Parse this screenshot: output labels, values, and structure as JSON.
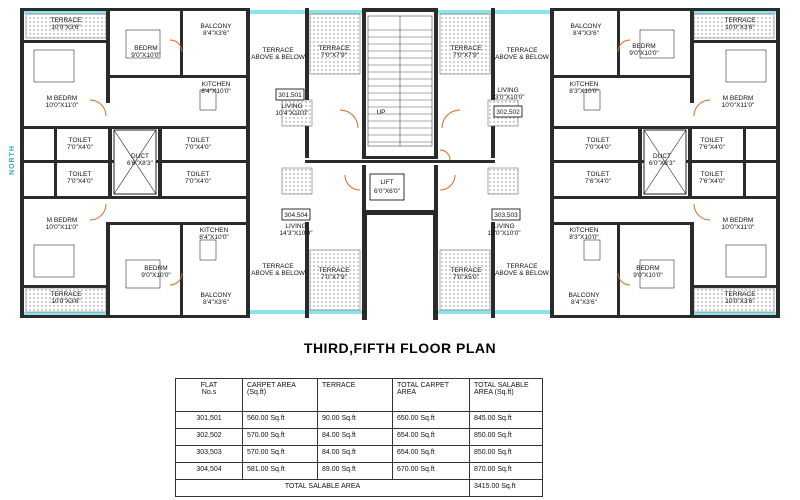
{
  "plan": {
    "north_label": "NORTH",
    "up_label": "UP",
    "lift": {
      "name": "LIFT",
      "size": "6'0\"X6'0\""
    },
    "rooms": [
      {
        "id": "terrace-tl",
        "name": "TERRACE",
        "size": "10'0\"X3'6\""
      },
      {
        "id": "balcony-tl",
        "name": "BALCONY",
        "size": "8'4\"X3'6\""
      },
      {
        "id": "bedrm-tl",
        "name": "BEDRM",
        "size": "9'0\"X10'0\""
      },
      {
        "id": "mbedrm-tl",
        "name": "M BEDRM",
        "size": "10'0\"X11'0\""
      },
      {
        "id": "kitchen-tl",
        "name": "KITCHEN",
        "size": "8'4\"X10'0\""
      },
      {
        "id": "terrace-ab-tl",
        "name": "TERRACE",
        "size": "ABOVE & BELOW"
      },
      {
        "id": "terrace-ctl",
        "name": "TERRACE",
        "size": "7'0\"X7'9\""
      },
      {
        "id": "living-301",
        "name": "LIVING",
        "size": "10'4\"X10'0\""
      },
      {
        "id": "toilet-tl1",
        "name": "TOILET",
        "size": "7'0\"X4'0\""
      },
      {
        "id": "toilet-tl2",
        "name": "TOILET",
        "size": "7'0\"X4'0\""
      },
      {
        "id": "toilet-tl3",
        "name": "TOILET",
        "size": "7'0\"X4'0\""
      },
      {
        "id": "toilet-tl4",
        "name": "TOILET",
        "size": "7'0\"X4'0\""
      },
      {
        "id": "duct-l",
        "name": "DUCT",
        "size": "6'6\"X8'3\""
      },
      {
        "id": "mbedrm-bl",
        "name": "M BEDRM",
        "size": "10'0\"X11'0\""
      },
      {
        "id": "kitchen-bl",
        "name": "KITCHEN",
        "size": "8'4\"X10'0\""
      },
      {
        "id": "living-304",
        "name": "LIVING",
        "size": "14'3\"X10'0\""
      },
      {
        "id": "bedrm-bl",
        "name": "BEDRM",
        "size": "9'0\"X10'0\""
      },
      {
        "id": "terrace-ab-bl",
        "name": "TERRACE",
        "size": "ABOVE & BELOW"
      },
      {
        "id": "terrace-cbl",
        "name": "TERRACE",
        "size": "7'0\"X7'9\""
      },
      {
        "id": "balcony-bl",
        "name": "BALCONY",
        "size": "8'4\"X3'6\""
      },
      {
        "id": "terrace-bl",
        "name": "TERRACE",
        "size": "10'0\"X3'6\""
      },
      {
        "id": "terrace-ctr",
        "name": "TERRACE",
        "size": "7'0\"X7'9\""
      },
      {
        "id": "terrace-ab-tr",
        "name": "TERRACE",
        "size": "ABOVE & BELOW"
      },
      {
        "id": "balcony-tr",
        "name": "BALCONY",
        "size": "8'4\"X3'6\""
      },
      {
        "id": "bedrm-tr",
        "name": "BEDRM",
        "size": "9'0\"X10'0\""
      },
      {
        "id": "terrace-tr",
        "name": "TERRACE",
        "size": "10'0\"X3'6\""
      },
      {
        "id": "kitchen-tr",
        "name": "KITCHEN",
        "size": "8'3\"X10'0\""
      },
      {
        "id": "mbedrm-tr",
        "name": "M BEDRM",
        "size": "10'0\"X11'0\""
      },
      {
        "id": "living-302",
        "name": "LIVING",
        "size": "13'0\"X10'0\""
      },
      {
        "id": "toilet-tr1",
        "name": "TOILET",
        "size": "7'0\"X4'0\""
      },
      {
        "id": "toilet-tr2",
        "name": "TOILET",
        "size": "7'6\"X4'0\""
      },
      {
        "id": "toilet-tr3",
        "name": "TOILET",
        "size": "7'6\"X4'0\""
      },
      {
        "id": "toilet-tr4",
        "name": "TOILET",
        "size": "7'6\"X4'0\""
      },
      {
        "id": "duct-r",
        "name": "DUCT",
        "size": "6'0\"X8'3\""
      },
      {
        "id": "mbedrm-br",
        "name": "M BEDRM",
        "size": "10'0\"X11'0\""
      },
      {
        "id": "kitchen-br",
        "name": "KITCHEN",
        "size": "8'3\"X10'0\""
      },
      {
        "id": "living-303",
        "name": "LIVING",
        "size": "13'0\"X10'0\""
      },
      {
        "id": "terrace-cbr",
        "name": "TERRACE",
        "size": "7'0\"X5'0\""
      },
      {
        "id": "terrace-ab-br",
        "name": "TERRACE",
        "size": "ABOVE & BELOW"
      },
      {
        "id": "bedrm-br",
        "name": "BEDRM",
        "size": "9'0\"X10'0\""
      },
      {
        "id": "balcony-br",
        "name": "BALCONY",
        "size": "8'4\"X3'6\""
      },
      {
        "id": "terrace-br",
        "name": "TERRACE",
        "size": "10'0\"X3'6\""
      }
    ],
    "flat_tags": [
      "301,501",
      "302,502",
      "304,504",
      "303,503"
    ]
  },
  "title": "THIRD,FIFTH FLOOR PLAN",
  "table": {
    "headers": [
      "FLAT\nNo.s",
      "CARPET AREA\n(Sq.ft)",
      "TERRACE",
      "TOTAL CARPET\nAREA",
      "TOTAL SALABLE\nAREA (Sq.ft)"
    ],
    "rows": [
      [
        "301,501",
        "560.00 Sq.ft",
        "90.00 Sq.ft",
        "650.00 Sq.ft",
        "845.00 Sq.ft"
      ],
      [
        "302,502",
        "570.00 Sq.ft",
        "84.00 Sq.ft",
        "654.00 Sq.ft",
        "850.00 Sq.ft"
      ],
      [
        "303,503",
        "570.00 Sq.ft",
        "84.00 Sq.ft",
        "654.00 Sq.ft",
        "850.00 Sq.ft"
      ],
      [
        "304,504",
        "581.00 Sq.ft",
        "89.00 Sq.ft",
        "670.00 Sq.ft",
        "870.00 Sq.ft"
      ]
    ],
    "total_label": "TOTAL SALABLE AREA",
    "total_value": "3415.00 Sq.ft"
  },
  "colors": {
    "wall": "#2b2b2b",
    "glass": "#8fe3ea",
    "door": "#d2691e"
  }
}
